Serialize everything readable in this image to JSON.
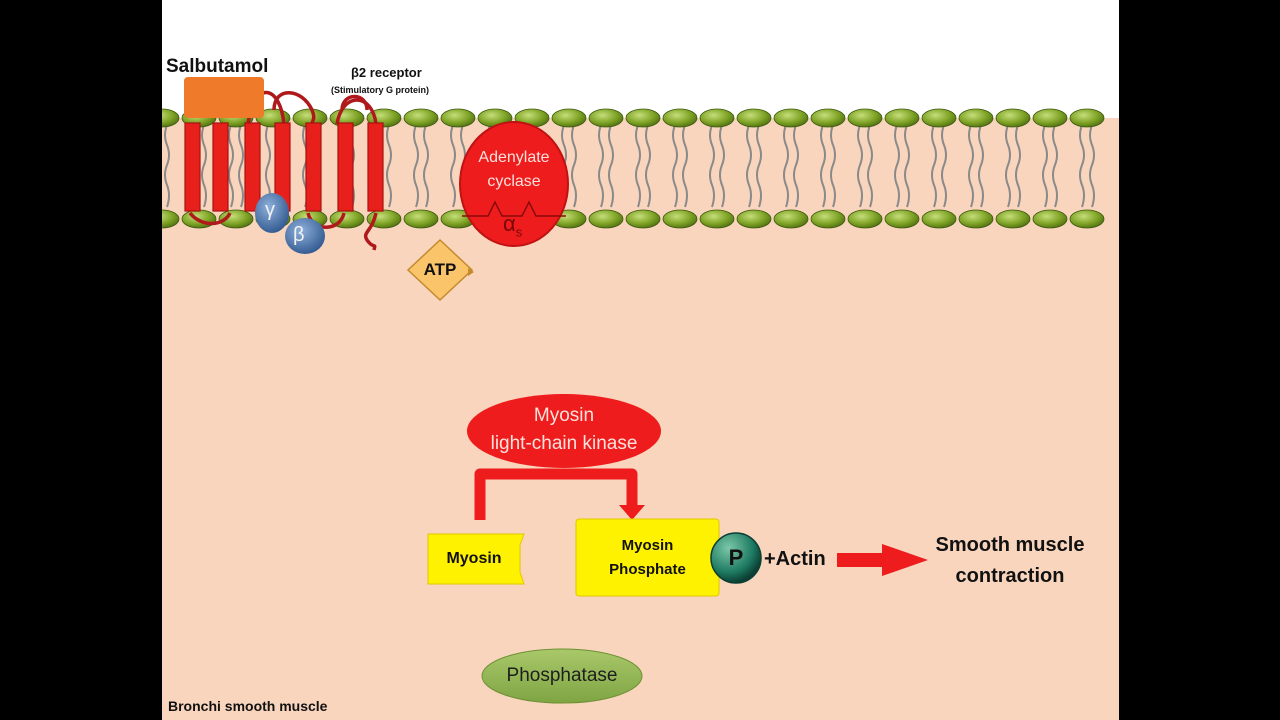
{
  "drug": {
    "label": "Salbutamol"
  },
  "receptor": {
    "title": "β2 receptor",
    "subtitle": "(Stimulatory G protein)"
  },
  "g_protein": {
    "gamma": "γ",
    "beta": "β",
    "alpha": "α",
    "alpha_sub": "s"
  },
  "adenylate_cyclase": {
    "line1": "Adenylate",
    "line2": "cyclase"
  },
  "atp": {
    "label": "ATP"
  },
  "mlck": {
    "line1": "Myosin",
    "line2": "light-chain kinase"
  },
  "myosin": {
    "label": "Myosin"
  },
  "myosin_phosphate": {
    "line1": "Myosin",
    "line2": "Phosphate"
  },
  "phosphate": {
    "label": "P"
  },
  "actin": {
    "label": "+Actin"
  },
  "outcome": {
    "line1": "Smooth muscle",
    "line2": "contraction"
  },
  "phosphatase": {
    "label": "Phosphatase"
  },
  "cell_label": {
    "label": "Bronchi smooth muscle"
  },
  "colors": {
    "background": "#F9D5BE",
    "receptor": "#E8201C",
    "cyclase": "#EE1C1C",
    "lipid_head": "#7EA325",
    "g_protein": "#4A74AC",
    "atp": "#F9C46A",
    "myosin_box": "#FFF200",
    "phosphatase": "#8FB552",
    "arrow": "#EE1C1C",
    "salbutamol": "#EE7A2A"
  }
}
